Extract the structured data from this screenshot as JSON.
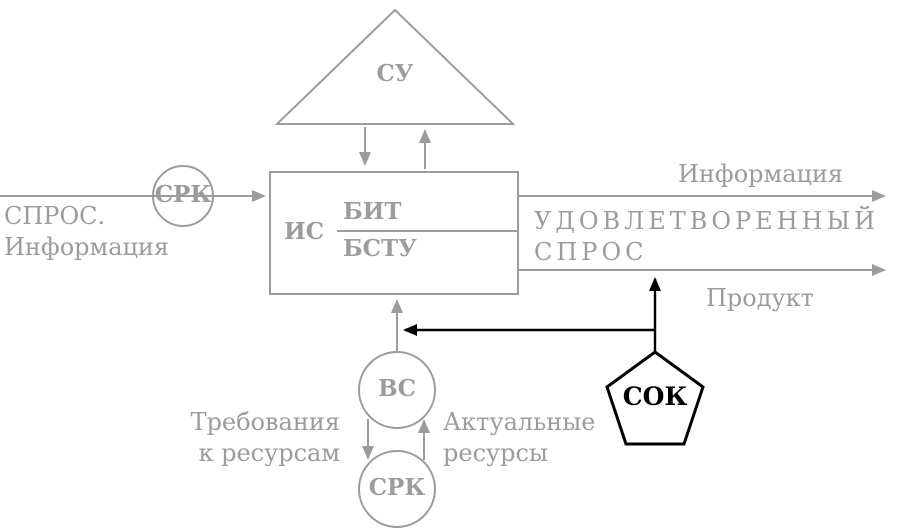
{
  "colors": {
    "diagram_gray": "#9c9c9c",
    "highlight_black": "#000000"
  },
  "nodes": {
    "su": {
      "label": "СУ"
    },
    "srk_left": {
      "label": "СРК"
    },
    "is": {
      "label": "ИС"
    },
    "bit": {
      "label": "БИТ"
    },
    "bstu": {
      "label": "БСТУ"
    },
    "vs": {
      "label": "ВС"
    },
    "srk_bottom": {
      "label": "СРК"
    },
    "sok": {
      "label": "СОК"
    }
  },
  "labels": {
    "input_demand": {
      "line1": "СПРОС.",
      "line2": "Информация"
    },
    "output_information": "Информация",
    "satisfied_demand": {
      "line1": "УДОВЛЕТВОРЕННЫЙ",
      "line2": "СПРОС"
    },
    "output_product": "Продукт",
    "resource_requirements": {
      "line1": "Требования",
      "line2": "к ресурсам"
    },
    "actual_resources": {
      "line1": "Актуальные",
      "line2": "ресурсы"
    }
  }
}
